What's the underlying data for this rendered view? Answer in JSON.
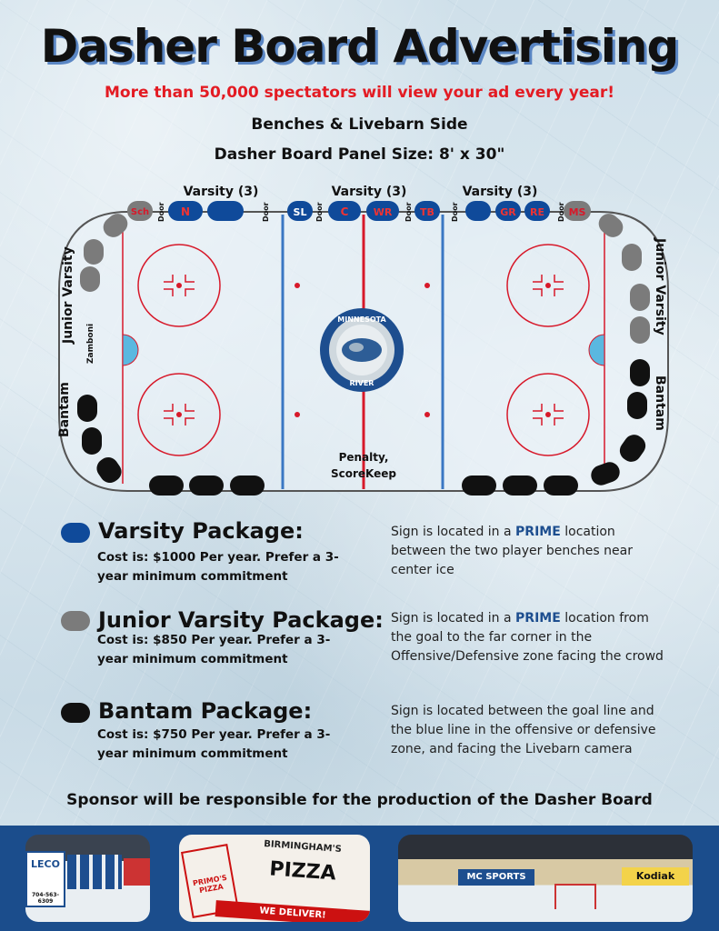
{
  "header": {
    "title": "Dasher Board Advertising",
    "subtitle": "More than 50,000 spectators will view your ad every year!",
    "side_label": "Benches & Livebarn Side",
    "panel_size": "Dasher Board Panel Size: 8' x 30\""
  },
  "rink": {
    "varsity_labels": [
      "Varsity (3)",
      "Varsity (3)",
      "Varsity (3)"
    ],
    "door_label": "Door",
    "left_upper_label": "Junior Varsity",
    "left_lower_label": "Bantam",
    "right_upper_label": "Junior Varsity",
    "right_lower_label": "Bantam",
    "zamboni_label": "Zamboni",
    "penalty_label_1": "Penalty,",
    "penalty_label_2": "ScoreKeep",
    "logo_top": "MINNESOTA",
    "logo_bottom": "RIVER",
    "panel_codes": {
      "sch": "Sch",
      "n": "N",
      "sl": "SL",
      "c": "C",
      "wr": "WR",
      "tb": "TB",
      "gr": "GR",
      "re": "RE",
      "ms": "MS"
    },
    "colors": {
      "varsity": "#0f4a9a",
      "junior_varsity": "#7b7b7b",
      "bantam": "#111111",
      "center_line": "#d7192a",
      "blue_line": "#3a77c3"
    }
  },
  "packages": [
    {
      "title": "Varsity Package:",
      "cost": "Cost is: $1000 Per year. Prefer a 3-year minimum commitment",
      "desc_pre": "Sign is located in a ",
      "desc_prime": "PRIME",
      "desc_post": " location between the two player benches near center ice"
    },
    {
      "title": "Junior Varsity Package:",
      "cost": "Cost is: $850 Per year. Prefer a 3-year minimum commitment",
      "desc_pre": "Sign is located in a ",
      "desc_prime": "PRIME",
      "desc_post": " location from the goal to the far corner  in the Offensive/Defensive zone facing the crowd"
    },
    {
      "title": "Bantam Package:",
      "cost": "Cost is: $750 Per year. Prefer  a 3-year minimum commitment",
      "desc_pre": "Sign is located between the goal line and the blue line in the offensive or defensive zone, and facing the Livebarn camera",
      "desc_prime": "",
      "desc_post": ""
    }
  ],
  "footer": {
    "note": "Sponsor will be responsible for the production of the Dasher Board",
    "photo1_text": [
      "LECO",
      "704-563-6309"
    ],
    "photo2_text": [
      "PRIMO'S PIZZA",
      "BIRMINGHAM'S",
      "PIZZA",
      "WE DELIVER!"
    ],
    "photo3_text": [
      "MC SPORTS",
      "Kodiak"
    ]
  }
}
